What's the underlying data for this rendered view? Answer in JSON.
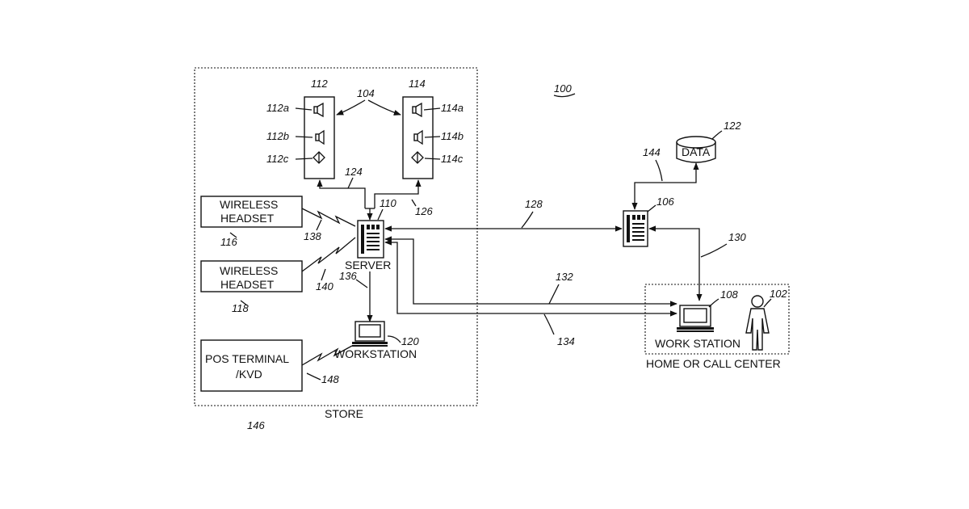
{
  "figure": {
    "system_ref": "100",
    "store_label": "STORE",
    "store_ref": "146",
    "home_label": "HOME OR CALL CENTER"
  },
  "devices": {
    "left_panel": {
      "ref": "112",
      "items": [
        "112a",
        "112b",
        "112c"
      ]
    },
    "right_panel": {
      "ref": "114",
      "items": [
        "114a",
        "114b",
        "114c"
      ]
    },
    "panel_group_ref": "104",
    "server": {
      "label": "SERVER",
      "ref": "110"
    },
    "remote_server": {
      "ref": "106"
    },
    "data_store": {
      "label": "DATA",
      "ref": "122"
    },
    "headset_1": {
      "line1": "WIRELESS",
      "line2": "HEADSET",
      "ref": "116",
      "link_ref": "138"
    },
    "headset_2": {
      "line1": "WIRELESS",
      "line2": "HEADSET",
      "ref": "118",
      "link_ref": "140"
    },
    "store_workstation": {
      "label": "WORKSTATION",
      "ref": "120"
    },
    "pos": {
      "line1": "POS TERMINAL",
      "line2": "/KVD",
      "ref": "148"
    },
    "home_workstation": {
      "label": "WORK STATION",
      "ref": "108"
    },
    "person": {
      "ref": "102"
    }
  },
  "links": {
    "l124": "124",
    "l126": "126",
    "l128": "128",
    "l130": "130",
    "l132": "132",
    "l134": "134",
    "l136": "136",
    "l144": "144"
  }
}
